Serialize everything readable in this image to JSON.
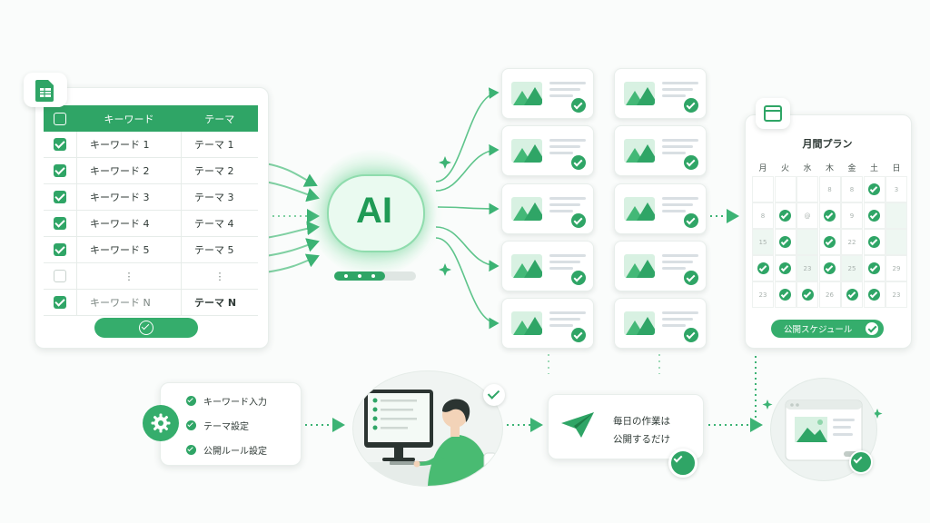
{
  "sheet": {
    "header": {
      "keyword": "キーワード",
      "theme": "テーマ"
    },
    "rows": [
      {
        "keyword": "キーワード 1",
        "theme": "テーマ 1",
        "checked": true
      },
      {
        "keyword": "キーワード 2",
        "theme": "テーマ 2",
        "checked": true
      },
      {
        "keyword": "キーワード 3",
        "theme": "テーマ 3",
        "checked": true
      },
      {
        "keyword": "キーワード 4",
        "theme": "テーマ 4",
        "checked": true
      },
      {
        "keyword": "キーワード 5",
        "theme": "テーマ 5",
        "checked": true
      },
      {
        "keyword": "⋮",
        "theme": "⋮",
        "checked": false
      },
      {
        "keyword": "キーワード N",
        "theme": "テーマ N",
        "checked": true
      }
    ],
    "icon": "spreadsheet-icon"
  },
  "ai": {
    "label": "AI",
    "progress": 0.62
  },
  "articles": {
    "count": 10,
    "status_icon": "check-icon"
  },
  "calendar": {
    "title": "月間プラン",
    "weekdays": [
      "月",
      "火",
      "水",
      "木",
      "金",
      "土",
      "日"
    ],
    "weeks": [
      [
        {
          "d": ""
        },
        {
          "d": ""
        },
        {
          "d": ""
        },
        {
          "d": "8"
        },
        {
          "d": "8"
        },
        {
          "d": "",
          "c": true
        },
        {
          "d": "3"
        }
      ],
      [
        {
          "d": "8"
        },
        {
          "d": "",
          "c": true
        },
        {
          "d": "@"
        },
        {
          "d": "",
          "c": true
        },
        {
          "d": "9"
        },
        {
          "d": "",
          "c": true
        },
        {
          "d": "",
          "s": true
        }
      ],
      [
        {
          "d": "15",
          "s": true
        },
        {
          "d": "",
          "c": true
        },
        {
          "d": "",
          "s": true
        },
        {
          "d": "",
          "c": true
        },
        {
          "d": "22"
        },
        {
          "d": "",
          "c": true
        },
        {
          "d": "",
          "s": true
        }
      ],
      [
        {
          "d": "",
          "c": true
        },
        {
          "d": "",
          "c": true
        },
        {
          "d": "23",
          "s": true
        },
        {
          "d": "",
          "c": true
        },
        {
          "d": "25",
          "s": true
        },
        {
          "d": "",
          "c": true
        },
        {
          "d": "29"
        }
      ],
      [
        {
          "d": "23"
        },
        {
          "d": "",
          "c": true
        },
        {
          "d": "",
          "c": true
        },
        {
          "d": "26"
        },
        {
          "d": "",
          "c": true
        },
        {
          "d": "",
          "c": true
        },
        {
          "d": "23"
        }
      ]
    ],
    "button": "公開スケジュール"
  },
  "settings": {
    "items": [
      "キーワード入力",
      "テーマ設定",
      "公開ルール設定"
    ],
    "icon": "gear-icon"
  },
  "daily": {
    "line1": "毎日の作業は",
    "line2": "公開するだけ",
    "icon": "paper-plane-icon"
  },
  "colors": {
    "accent": "#2fa566",
    "accent_light": "#d8f1e2",
    "background": "#fafcfb"
  }
}
